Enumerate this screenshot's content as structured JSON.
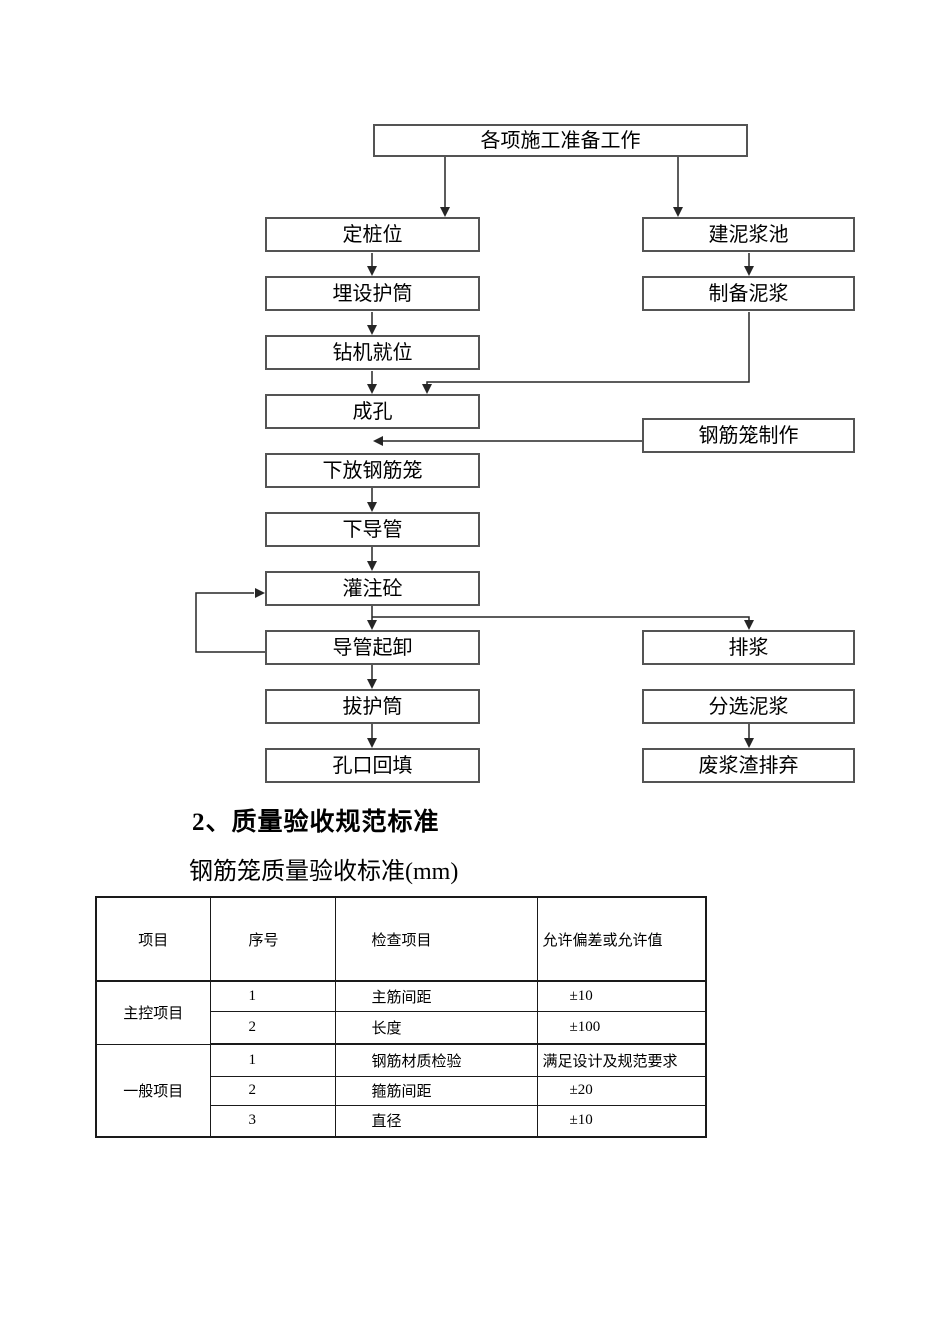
{
  "flowchart": {
    "top_box": "各项施工准备工作",
    "left_column": [
      "定桩位",
      "埋设护筒",
      "钻机就位",
      "成孔",
      "下放钢筋笼",
      "下导管",
      "灌注砼",
      "导管起卸",
      "拔护筒",
      "孔口回填"
    ],
    "right_column": [
      "建泥浆池",
      "制备泥浆",
      "钢筋笼制作",
      "排浆",
      "分选泥浆",
      "废浆渣排弃"
    ]
  },
  "section": {
    "heading": "2、质量验收规范标准",
    "table_title": "钢筋笼质量验收标准(mm)"
  },
  "table": {
    "headers": [
      "项目",
      "序号",
      "检查项目",
      "允许偏差或允许值"
    ],
    "groups": [
      {
        "name": "主控项目",
        "rows": [
          {
            "no": "1",
            "item": "主筋间距",
            "value": "±10"
          },
          {
            "no": "2",
            "item": "长度",
            "value": "±100"
          }
        ]
      },
      {
        "name": "一般项目",
        "rows": [
          {
            "no": "1",
            "item": "钢筋材质检验",
            "value": "满足设计及规范要求"
          },
          {
            "no": "2",
            "item": "箍筋间距",
            "value": "±20"
          },
          {
            "no": "3",
            "item": "直径",
            "value": "±10"
          }
        ]
      }
    ]
  }
}
